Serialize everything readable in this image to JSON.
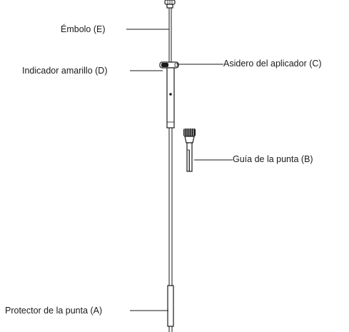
{
  "labels": {
    "plunger": "Émbolo (E)",
    "handle": "Asidero del aplicador (C)",
    "indicator": "Indicador amarillo (D)",
    "tip_guide": "Guía de la punta (B)",
    "tip_protector": "Protector de la punta (A)"
  },
  "colors": {
    "line": "#1a1a1a",
    "device_fill": "#ffffff",
    "indicator": "#f2c200"
  }
}
